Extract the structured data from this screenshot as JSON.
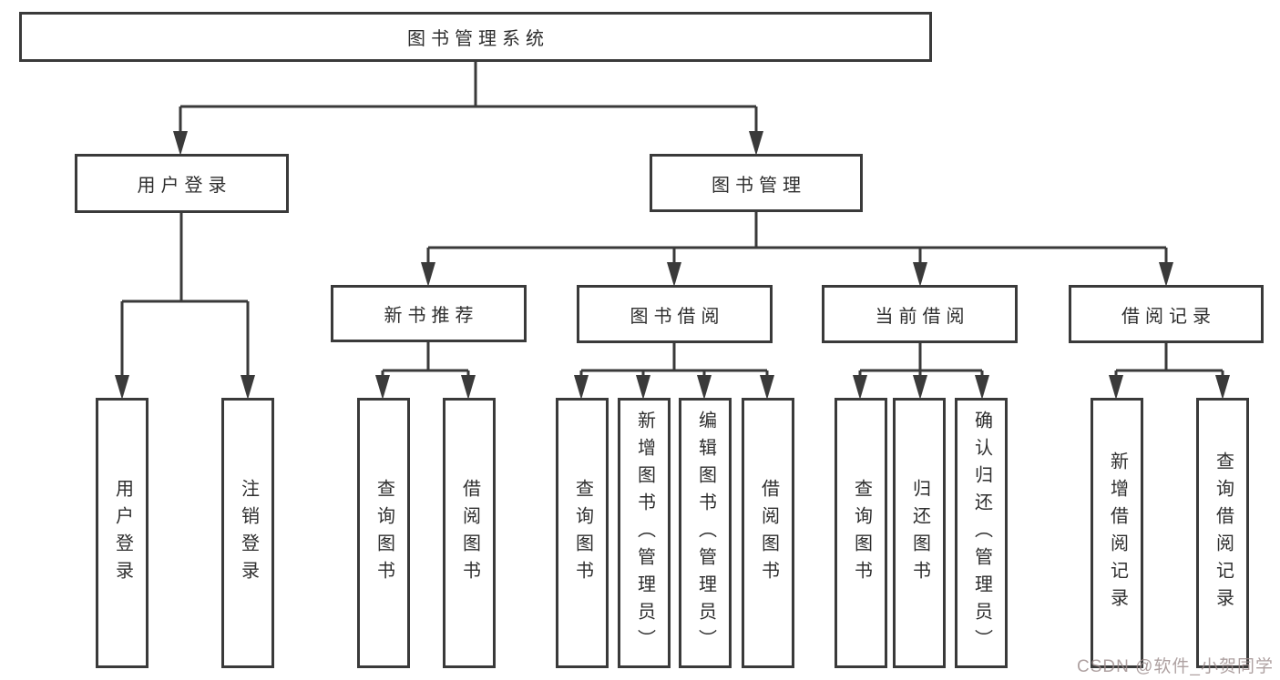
{
  "diagram": {
    "title": "图书管理系统",
    "nodes": {
      "root": "图书管理系统",
      "user_login": "用户登录",
      "book_management": "图书管理",
      "new_book_recommend": "新书推荐",
      "book_borrowing": "图书借阅",
      "current_borrowing": "当前借阅",
      "borrowing_records": "借阅记录",
      "ul_user_login": "用户登录",
      "ul_logout": "注销登录",
      "nr_query_books": "查询图书",
      "nr_borrow_books": "借阅图书",
      "bb_query_books": "查询图书",
      "bb_add_books_admin": "新增图书（管理员）",
      "bb_edit_books_admin": "编辑图书（管理员）",
      "bb_borrow_books": "借阅图书",
      "cb_query_books": "查询图书",
      "cb_return_books": "归还图书",
      "cb_confirm_return_admin": "确认归还（管理员）",
      "br_add_record": "新增借阅记录",
      "br_query_record": "查询借阅记录"
    }
  },
  "watermark": {
    "text": "CSDN @软件_小贺同学",
    "color": "#9b8a8a"
  },
  "colors": {
    "line": "#3a3a3a",
    "box_border": "#3a3a3a",
    "box_background": "#ffffff",
    "text": "#2e2e2e"
  }
}
